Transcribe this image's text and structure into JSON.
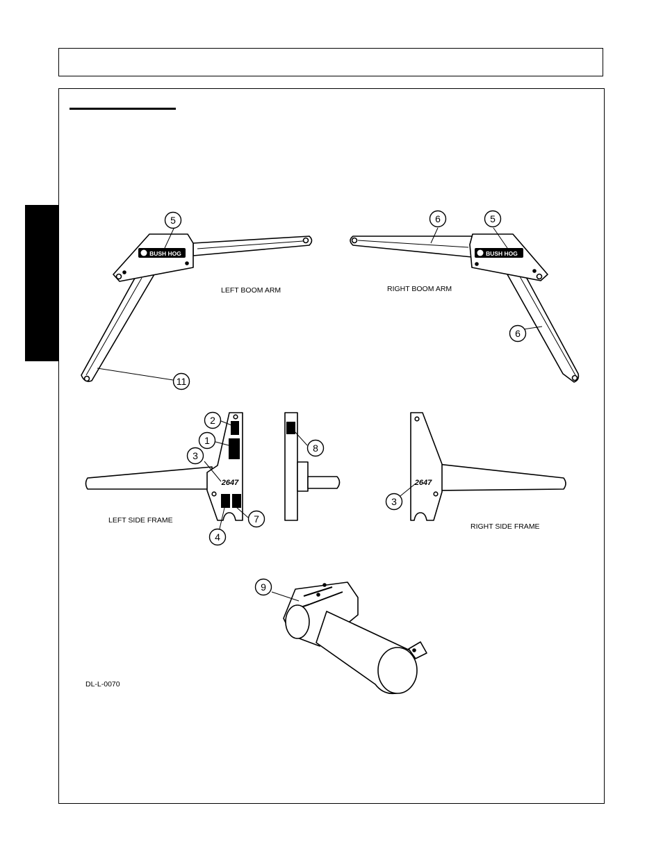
{
  "figure": {
    "labels": {
      "left_boom_arm": "LEFT BOOM ARM",
      "right_boom_arm": "RIGHT BOOM ARM",
      "left_side_frame": "LEFT SIDE FRAME",
      "right_side_frame": "RIGHT SIDE FRAME",
      "drawing_id": "DL-L-0070"
    },
    "decal_text": {
      "brand": "BUSH HOG",
      "model": "2647"
    },
    "callouts": {
      "c1": "1",
      "c2": "2",
      "c3a": "3",
      "c3b": "3",
      "c4": "4",
      "c5a": "5",
      "c5b": "5",
      "c6a": "6",
      "c6b": "6",
      "c7": "7",
      "c8": "8",
      "c9": "9",
      "c11": "11"
    }
  }
}
